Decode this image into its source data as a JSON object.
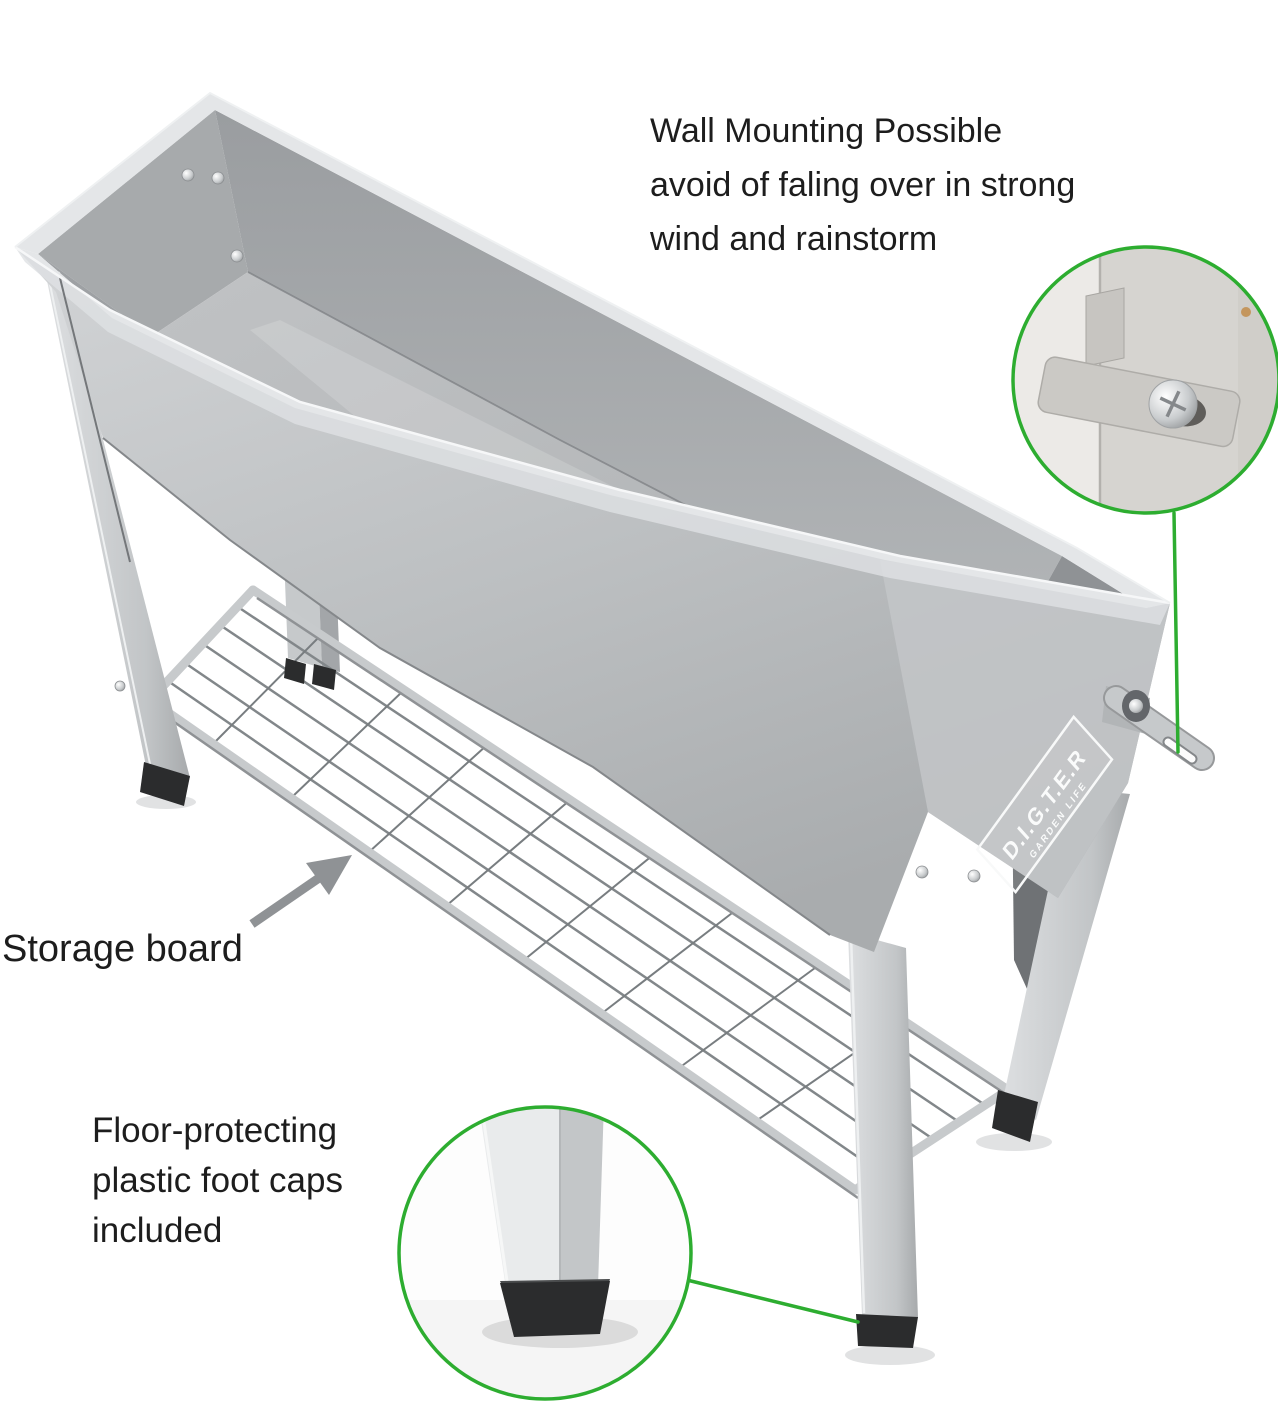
{
  "callouts": {
    "wall_mounting": {
      "lines": [
        "Wall Mounting Possible",
        "avoid of faling over in strong",
        "wind and rainstorm"
      ]
    },
    "storage_board": {
      "label": "Storage board"
    },
    "foot_caps": {
      "lines": [
        "Floor-protecting",
        "plastic foot caps",
        "included"
      ]
    }
  },
  "logo": {
    "brand": "D.I.G.T.E.R",
    "tagline": "GARDEN LIFE"
  },
  "colors": {
    "callout_green": "#2dad30",
    "arrow_gray": "#8f9295",
    "text": "#1d1d1d",
    "metal_light": "#d7d9db",
    "metal_mid": "#b7babc",
    "metal_dark": "#96999c",
    "foot_cap_black": "#2b2c2d",
    "background": "#ffffff"
  }
}
